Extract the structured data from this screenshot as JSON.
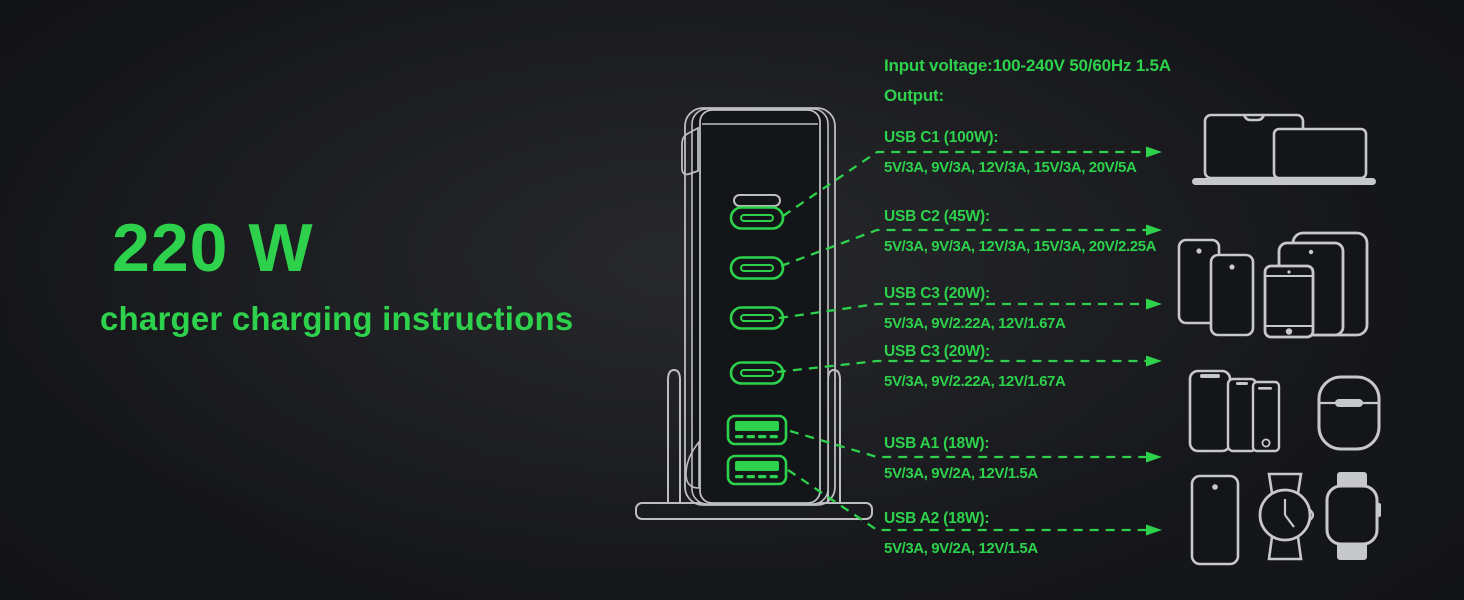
{
  "title": {
    "watts": "220 W",
    "subtitle": "charger charging instructions"
  },
  "io": {
    "input_voltage": "Input voltage:100-240V 50/60Hz 1.5A",
    "output_label": "Output:"
  },
  "ports": [
    {
      "label": "USB C1 (100W):",
      "values": "5V/3A, 9V/3A, 12V/3A, 15V/3A, 20V/5A"
    },
    {
      "label": "USB C2 (45W):",
      "values": "5V/3A, 9V/3A, 12V/3A, 15V/3A, 20V/2.25A"
    },
    {
      "label": "USB C3 (20W):",
      "values": "5V/3A, 9V/2.22A, 12V/1.67A"
    },
    {
      "label": "USB C3 (20W):",
      "values": "5V/3A, 9V/2.22A, 12V/1.67A"
    },
    {
      "label": "USB A1 (18W):",
      "values": "5V/3A, 9V/2A, 12V/1.5A"
    },
    {
      "label": "USB A2 (18W):",
      "values": "5V/3A, 9V/2A, 12V/1.5A"
    }
  ],
  "icons": {
    "charger": "desktop-charger-tower-on-stand-icon",
    "ports": [
      "usb-c-port-icon",
      "usb-c-port-icon",
      "usb-c-port-icon",
      "usb-c-port-icon",
      "usb-a-port-icon",
      "usb-a-port-icon"
    ],
    "indicator": "led-indicator-pill-icon",
    "device_groups": [
      "laptops-icon",
      "phones-and-tablets-icon",
      "phones-and-earbuds-case-icon",
      "powerbank-and-watches-icon"
    ]
  },
  "colors": {
    "accent_green": "#2DD14B",
    "device_outline": "#C7C8C9",
    "charger_outline": "#BDBEBF",
    "background": "#15161A"
  }
}
